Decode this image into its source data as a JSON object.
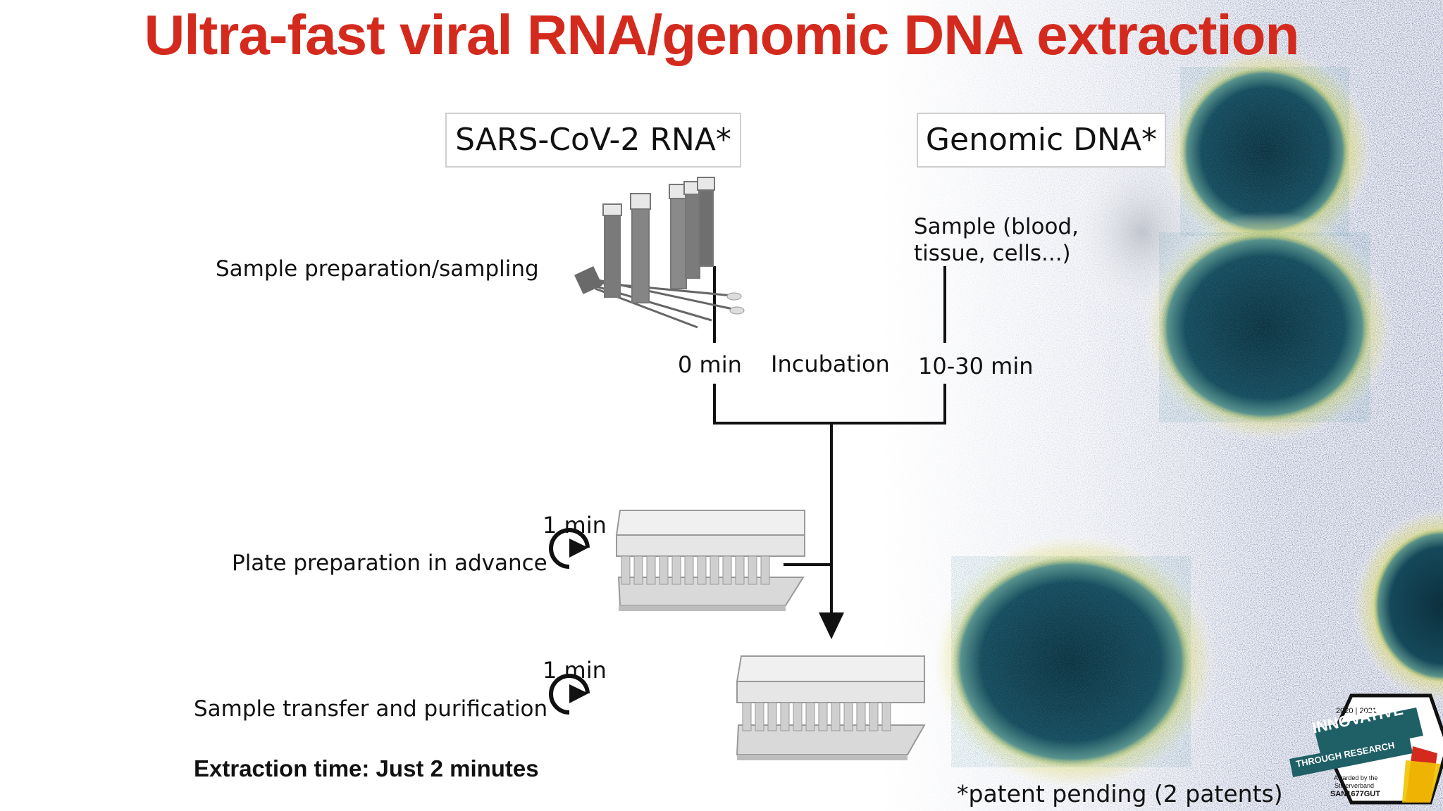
{
  "title": "Ultra-fast viral RNA/genomic DNA extraction",
  "columns": {
    "rna_header": "SARS-CoV-2 RNA*",
    "dna_header": "Genomic DNA*"
  },
  "steps": {
    "sample_preparation": "Sample preparation/sampling",
    "dna_sample_line1": "Sample (blood,",
    "dna_sample_line2": "tissue, cells...)",
    "rna_time": "0 min",
    "incubation": "Incubation",
    "dna_time": "10-30 min",
    "plate_preparation": "Plate preparation in advance",
    "plate_time": "1 min",
    "sample_transfer": "Sample transfer and purification",
    "transfer_time": "1 min"
  },
  "summary": "Extraction time: Just 2 minutes",
  "footnote": "*patent pending (2 patents)",
  "badge": {
    "year": "2020 | 2021",
    "line1": "INNOVATIVE",
    "line2": "THROUGH RESEARCH",
    "awarded1": "Awarded by the",
    "awarded2": "Stifterverband",
    "code": "SAN1677GUT"
  },
  "colors": {
    "title": "#d42a1e",
    "badge_teal": "#1f5f66",
    "virus_dark": "#0f3b4a",
    "virus_halo": "#c9cf5a"
  }
}
